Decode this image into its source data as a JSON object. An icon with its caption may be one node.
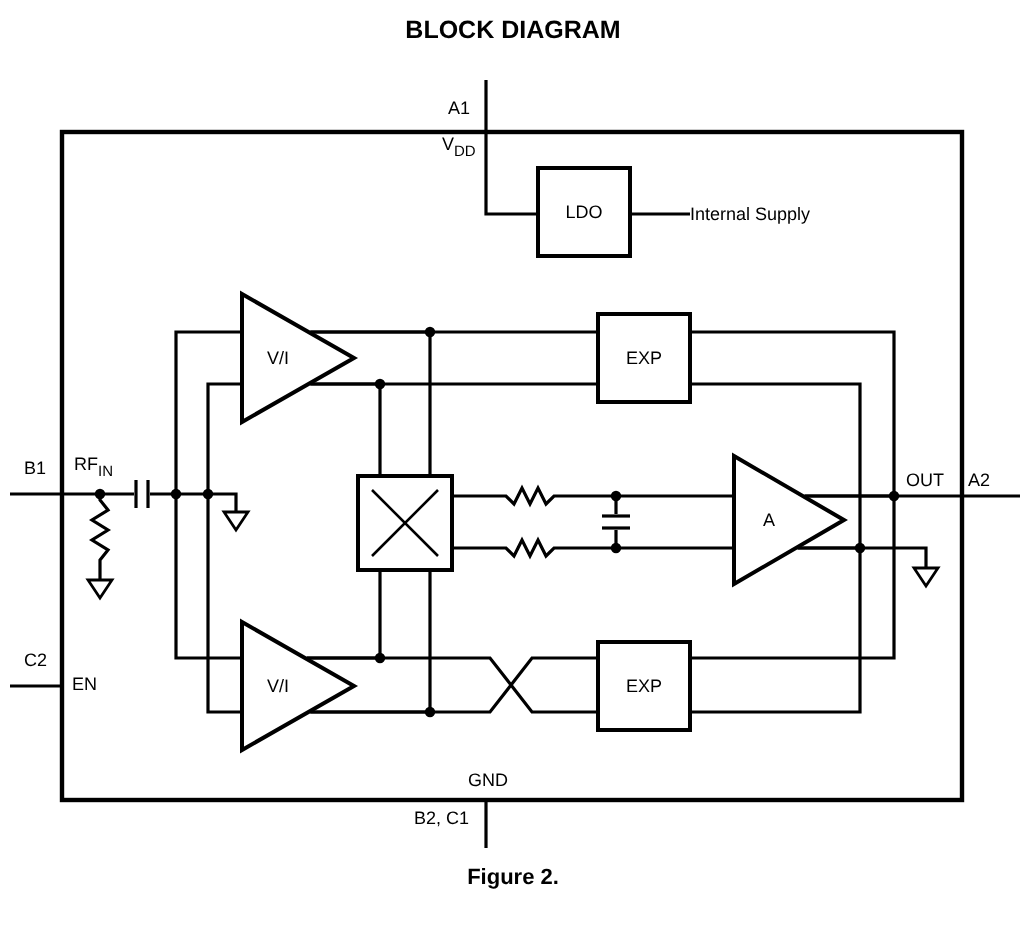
{
  "diagram": {
    "title": "BLOCK DIAGRAM",
    "caption": "Figure 2.",
    "nodes": [
      {
        "text": [
          "LDO"
        ]
      },
      {
        "text": [
          "V/I"
        ]
      },
      {
        "text": [
          "EXP"
        ]
      },
      {
        "text": [],
        "shape": "box"
      },
      {
        "text": [
          "A"
        ]
      },
      {
        "text": [
          "V/I"
        ]
      },
      {
        "text": [
          "EXP"
        ]
      },
      {
        "text": [
          "Internal Supply"
        ]
      }
    ],
    "edges": [
      {
        "from": 1,
        "to": 2,
        "arrow": "none"
      },
      {
        "from": 1,
        "to": 2,
        "arrow": "none"
      },
      {
        "from": 1,
        "to": 3,
        "arrow": "none"
      },
      {
        "from": 1,
        "to": 3,
        "arrow": "none"
      },
      {
        "from": 5,
        "to": 6,
        "arrow": "none"
      },
      {
        "from": 5,
        "to": 6,
        "arrow": "none"
      },
      {
        "from": 5,
        "to": 3,
        "arrow": "none"
      },
      {
        "from": 5,
        "to": 3,
        "arrow": "none"
      },
      {
        "from": 3,
        "to": 4,
        "arrow": "none"
      },
      {
        "from": 3,
        "to": 4,
        "arrow": "none"
      },
      {
        "from": 2,
        "to": 4,
        "arrow": "none"
      },
      {
        "from": 2,
        "to": 4,
        "arrow": "none"
      },
      {
        "from": 6,
        "to": 4,
        "arrow": "none"
      },
      {
        "from": 6,
        "to": 4,
        "arrow": "none"
      },
      {
        "from": null,
        "to": 0,
        "arrow": "none"
      },
      {
        "from": 0,
        "to": 7,
        "arrow": "none"
      },
      {
        "from": 1,
        "to": 5,
        "arrow": "none"
      },
      {
        "from": 1,
        "to": 5,
        "arrow": "none"
      }
    ],
    "labels": [
      "A1",
      "V$_{DD}$",
      "B1",
      "RF$_{IN}$",
      "OUT",
      "A2",
      "C2",
      "EN",
      "GND",
      "B2, C1"
    ]
  }
}
